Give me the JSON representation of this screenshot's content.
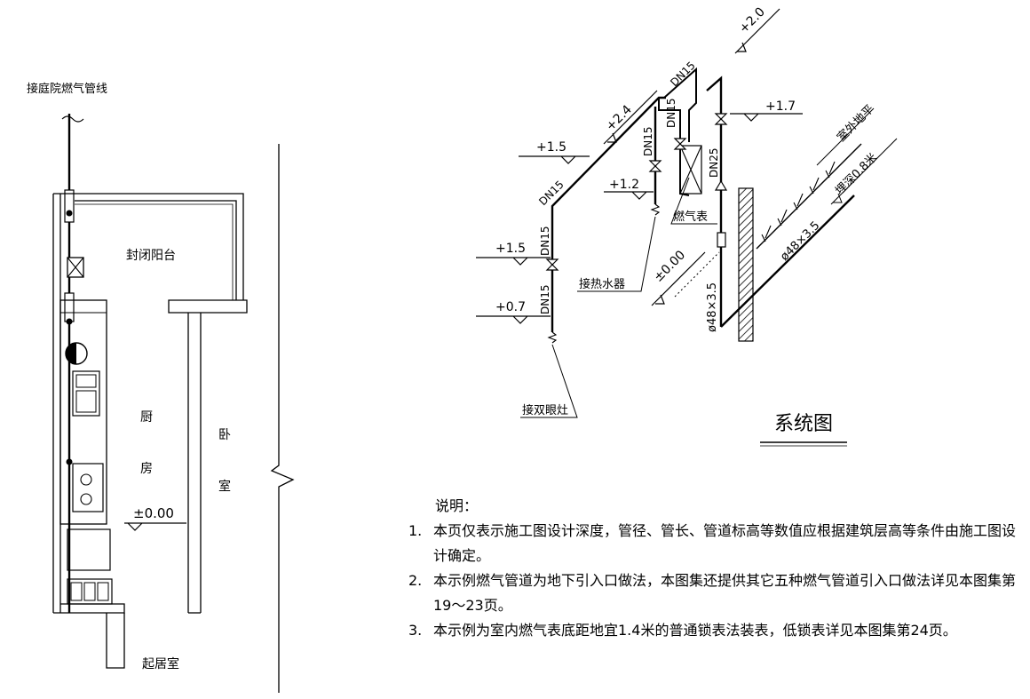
{
  "plan": {
    "garden_pipe_label": "接庭院燃气管线",
    "balcony_label": "封闭阳台",
    "kitchen_label_1": "厨",
    "kitchen_label_2": "房",
    "bedroom_label_1": "卧",
    "bedroom_label_2": "室",
    "living_room_label": "起居室",
    "floor_level": "±0.00"
  },
  "system": {
    "title": "系统图",
    "elev_2_0": "+2.0",
    "elev_2_4": "+2.4",
    "elev_1_7": "+1.7",
    "elev_1_5_upper": "+1.5",
    "elev_1_2": "+1.2",
    "elev_1_5_lower": "+1.5",
    "elev_0_7": "+0.7",
    "elev_0_00": "±0.00",
    "dn15_top": "DN15",
    "dn15_inner": "DN15",
    "dn15_mid": "DN15",
    "dn15_diag": "DN15",
    "dn15_lower_a": "DN15",
    "dn15_lower_b": "DN15",
    "dn25": "DN25",
    "gas_meter": "燃气表",
    "water_heater": "接热水器",
    "double_stove": "接双眼灶",
    "outdoor_grade": "室外地平",
    "burial_depth": "埋深0.8米",
    "pipe_spec_diag": "ø48×3.5",
    "pipe_spec_vert": "ø48×3.5"
  },
  "notes": {
    "heading": "说明：",
    "items": [
      {
        "num": "1.",
        "text": "本页仅表示施工图设计深度，管径、管长、管道标高等数值应根据建筑层高等条件由施工图设计确定。"
      },
      {
        "num": "2.",
        "text": "本示例燃气管道为地下引入口做法，本图集还提供其它五种燃气管道引入口做法详见本图集第19～23页。"
      },
      {
        "num": "3.",
        "text": "本示例为室内燃气表底距地宜1.4米的普通锁表法装表，低锁表详见本图集第24页。"
      }
    ]
  }
}
